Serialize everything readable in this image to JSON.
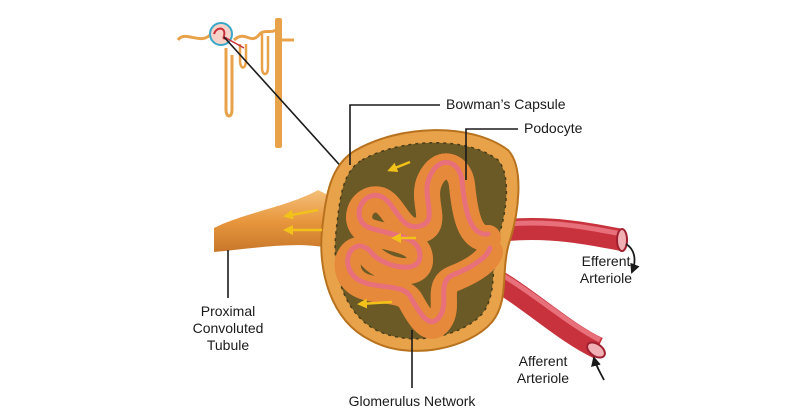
{
  "labels": {
    "bowmans_capsule": "Bowman’s Capsule",
    "podocyte": "Podocyte",
    "efferent_arteriole": [
      "Efferent",
      "Arteriole"
    ],
    "afferent_arteriole": [
      "Afferent",
      "Arteriole"
    ],
    "proximal_tubule": [
      "Proximal",
      "Convoluted",
      "Tubule"
    ],
    "glomerulus_network": "Glomerulus Network"
  },
  "colors": {
    "capsule_wall": "#e8a24a",
    "capsule_inner": "#6b5a26",
    "vessel": "#c8323c",
    "vessel_highlight": "#e8707a",
    "podocyte": "#e6893a",
    "arrow": "#f2c21a",
    "tubule": "#eea355",
    "line": "#1a1a1a"
  }
}
